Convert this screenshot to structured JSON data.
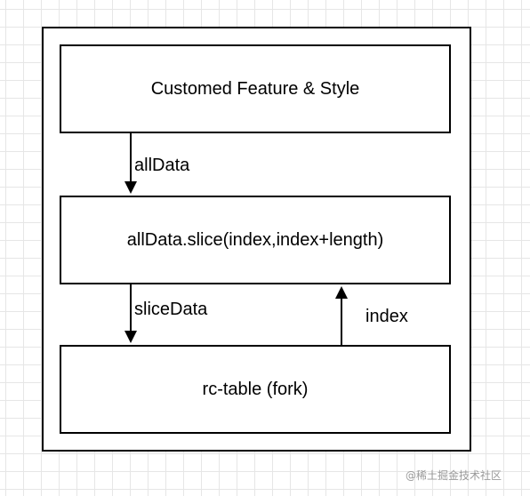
{
  "boxes": {
    "top": "Customed Feature & Style",
    "middle": "allData.slice(index,index+length)",
    "bottom": "rc-table (fork)"
  },
  "edges": {
    "top_to_middle": "allData",
    "middle_to_bottom": "sliceData",
    "bottom_to_middle": "index"
  },
  "watermark": "@稀土掘金技术社区"
}
